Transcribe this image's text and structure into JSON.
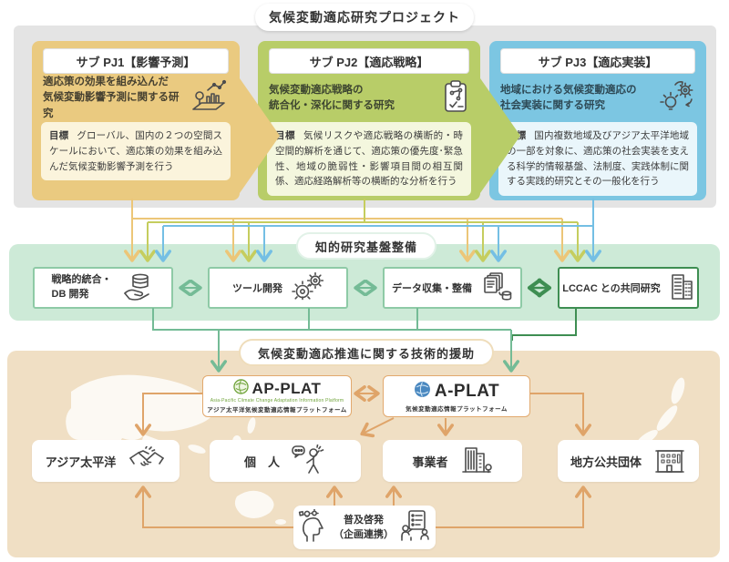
{
  "title": "気候変動適応研究プロジェクト",
  "colors": {
    "pj1_bg": "#eaca80",
    "pj2_bg": "#b8cd68",
    "pj3_bg": "#7cc6e2",
    "knowledge_band_bg": "#cdead7",
    "support_band_bg": "#f0dfc4",
    "arrow_yellow": "#ecc678",
    "arrow_olive": "#c5cd5e",
    "arrow_blue": "#74bfe4",
    "arrow_green": "#74bb96",
    "arrow_dark_green": "#3e8e52",
    "arrow_orange": "#dfa469"
  },
  "sub_projects": [
    {
      "header": "サブ PJ1【影響予測】",
      "theme_line1": "適応策の効果を組み込んだ",
      "theme_line2": "気候変動影響予測に関する研究",
      "goal_label": "目標",
      "goal_text": "グローバル、国内の２つの空間スケールにおいて、適応策の効果を組み込んだ気候変動影響予測を行う",
      "icon": "analytics-map-icon"
    },
    {
      "header": "サブ PJ2【適応戦略】",
      "theme_line1": "気候変動適応戦略の",
      "theme_line2": "統合化・深化に関する研究",
      "goal_label": "目標",
      "goal_text": "気候リスクや適応戦略の横断的・時空間的解析を通じて、適応策の優先度･緊急性、地域の脆弱性・影響項目間の相互関係、適応経路解析等の横断的な分析を行う",
      "icon": "clipboard-flow-icon"
    },
    {
      "header": "サブ PJ3【適応実装】",
      "theme_line1": "地域における気候変動適応の",
      "theme_line2": "社会実装に関する研究",
      "goal_label": "目標",
      "goal_text": "国内複数地域及びアジア太平洋地域の一部を対象に、適応策の社会実装を支える科学的情報基盤、法制度、実践体制に関する実践的研究とその一般化を行う",
      "icon": "bulb-gear-cycle-icon"
    }
  ],
  "knowledge_base": {
    "band_label": "知的研究基盤整備",
    "boxes": [
      {
        "label_line1": "戦略的統合・",
        "label_line2": "DB 開発",
        "icon": "hand-database-icon"
      },
      {
        "label": "ツール開発",
        "icon": "gears-icon"
      },
      {
        "label": "データ収集・整備",
        "icon": "documents-database-icon"
      },
      {
        "label": "LCCAC との共同研究",
        "icon": "office-building-icon"
      }
    ]
  },
  "technical_support": {
    "band_label": "気候変動適応推進に関する技術的援助",
    "ap_plat": {
      "name": "AP-PLAT",
      "tagline_en": "Asia-Pacific Climate Change Adaptation Information Platform",
      "subtitle": "アジア太平洋気候変動適応情報プラットフォーム"
    },
    "a_plat": {
      "name": "A-PLAT",
      "subtitle": "気候変動適応情報プラットフォーム"
    },
    "targets": [
      {
        "label": "アジア太平洋",
        "icon": "handshake-icon"
      },
      {
        "label": "個　人",
        "icon": "person-icon"
      },
      {
        "label": "事業者",
        "icon": "company-building-icon"
      },
      {
        "label": "地方公共団体",
        "icon": "government-building-icon"
      }
    ],
    "outreach": {
      "label_line1": "普及啓発",
      "label_line2": "（企画連携）"
    }
  }
}
